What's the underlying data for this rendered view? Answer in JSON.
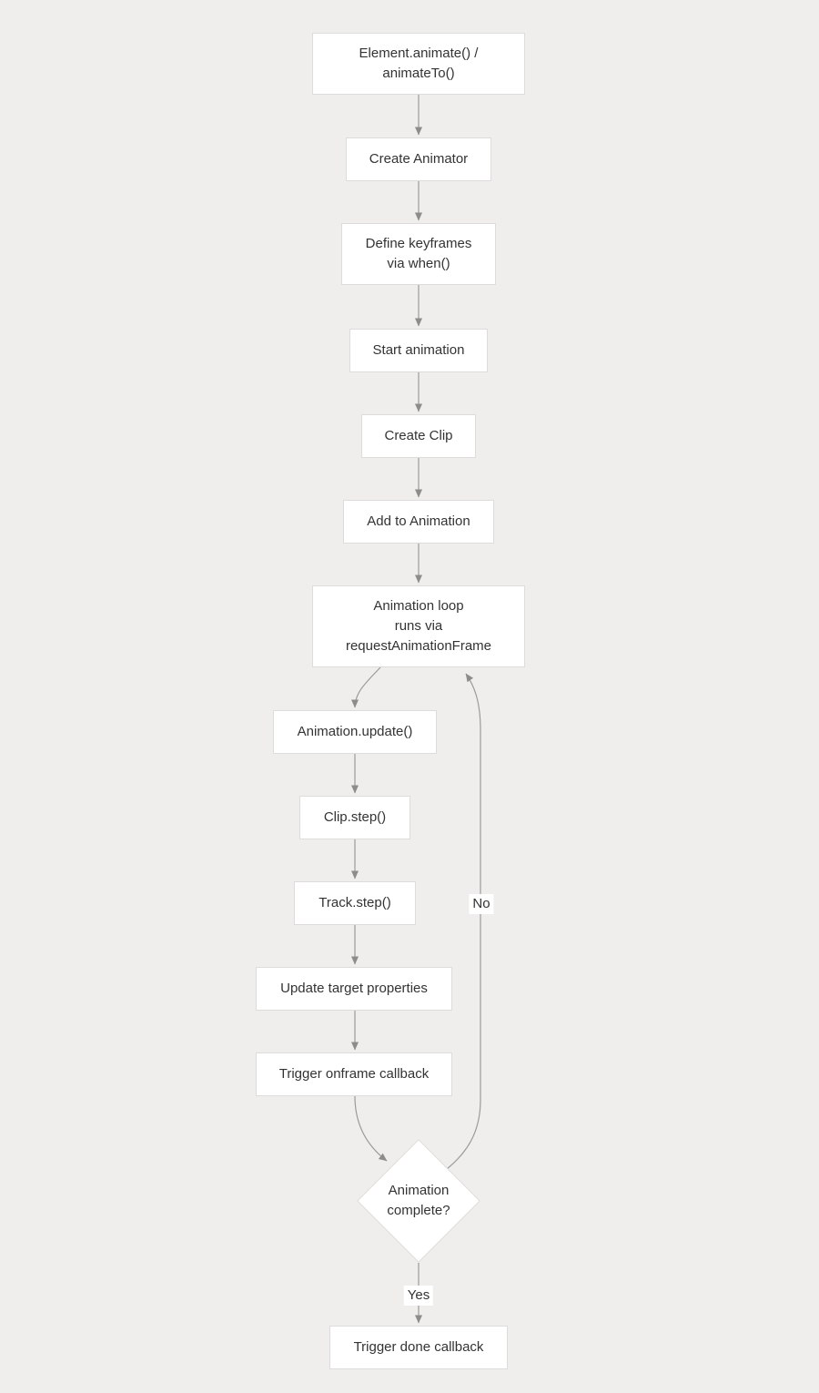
{
  "diagram": {
    "type": "flowchart",
    "direction": "top-down",
    "nodes": [
      {
        "id": "element-animate",
        "shape": "rect",
        "label": "Element.animate() /\nanimateTo()"
      },
      {
        "id": "create-animator",
        "shape": "rect",
        "label": "Create Animator"
      },
      {
        "id": "define-keyframes",
        "shape": "rect",
        "label": "Define keyframes\nvia when()"
      },
      {
        "id": "start-animation",
        "shape": "rect",
        "label": "Start animation"
      },
      {
        "id": "create-clip",
        "shape": "rect",
        "label": "Create Clip"
      },
      {
        "id": "add-to-animation",
        "shape": "rect",
        "label": "Add to Animation"
      },
      {
        "id": "animation-loop",
        "shape": "rect",
        "label": "Animation loop\nruns via\nrequestAnimationFrame"
      },
      {
        "id": "animation-update",
        "shape": "rect",
        "label": "Animation.update()"
      },
      {
        "id": "clip-step",
        "shape": "rect",
        "label": "Clip.step()"
      },
      {
        "id": "track-step",
        "shape": "rect",
        "label": "Track.step()"
      },
      {
        "id": "update-target-properties",
        "shape": "rect",
        "label": "Update target properties"
      },
      {
        "id": "trigger-onframe-callback",
        "shape": "rect",
        "label": "Trigger onframe callback"
      },
      {
        "id": "animation-complete",
        "shape": "diamond",
        "label": "Animation\ncomplete?"
      },
      {
        "id": "trigger-done-callback",
        "shape": "rect",
        "label": "Trigger done callback"
      }
    ],
    "edges": [
      {
        "from": "element-animate",
        "to": "create-animator"
      },
      {
        "from": "create-animator",
        "to": "define-keyframes"
      },
      {
        "from": "define-keyframes",
        "to": "start-animation"
      },
      {
        "from": "start-animation",
        "to": "create-clip"
      },
      {
        "from": "create-clip",
        "to": "add-to-animation"
      },
      {
        "from": "add-to-animation",
        "to": "animation-loop"
      },
      {
        "from": "animation-loop",
        "to": "animation-update"
      },
      {
        "from": "animation-update",
        "to": "clip-step"
      },
      {
        "from": "clip-step",
        "to": "track-step"
      },
      {
        "from": "track-step",
        "to": "update-target-properties"
      },
      {
        "from": "update-target-properties",
        "to": "trigger-onframe-callback"
      },
      {
        "from": "trigger-onframe-callback",
        "to": "animation-complete"
      },
      {
        "from": "animation-complete",
        "to": "animation-loop",
        "label": "No"
      },
      {
        "from": "animation-complete",
        "to": "trigger-done-callback",
        "label": "Yes"
      }
    ],
    "edge_labels": {
      "no": "No",
      "yes": "Yes"
    },
    "colors": {
      "background": "#efeeec",
      "node_fill": "#ffffff",
      "node_border": "#dedcda",
      "edge_line": "#999999",
      "arrowhead": "#8c8c8c",
      "text": "#333333"
    }
  }
}
